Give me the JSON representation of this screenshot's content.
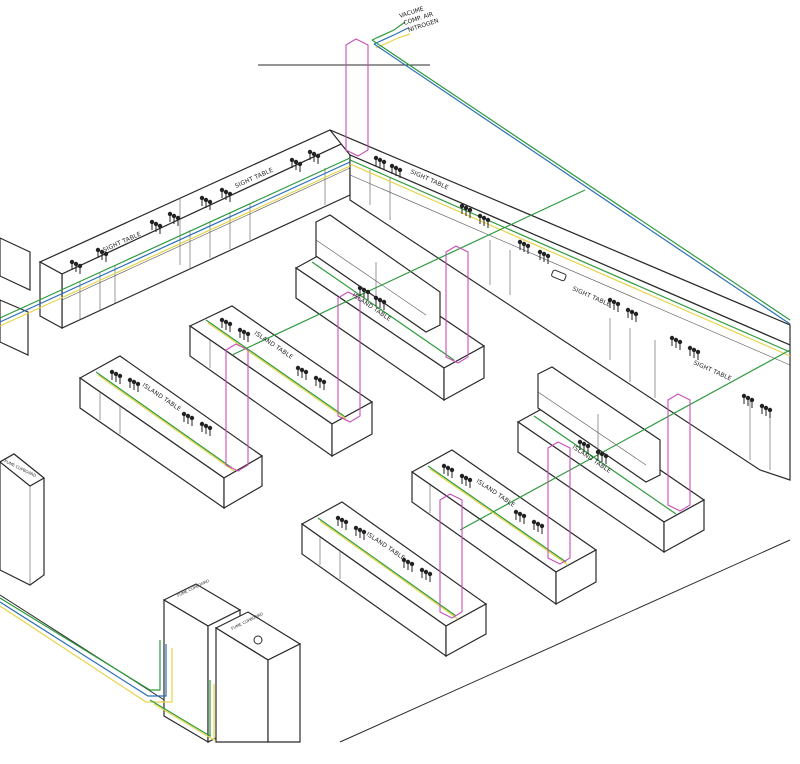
{
  "legend": {
    "vacuum": "VACUME",
    "comp_air": "COMP. AIR",
    "nitrogen": "NITROGEN"
  },
  "labels": {
    "sight_table": "SIGHT TABLE",
    "island_table": "ISLAND TABLE",
    "fume_cupboard": "FUME CUPBOARD"
  },
  "colors": {
    "outline": "#2b2b2b",
    "vacuum_pipe": "#2e9a3e",
    "air_pipe": "#2a6fb5",
    "nitrogen_pipe": "#e6d44a",
    "riser": "#c84fb8"
  }
}
